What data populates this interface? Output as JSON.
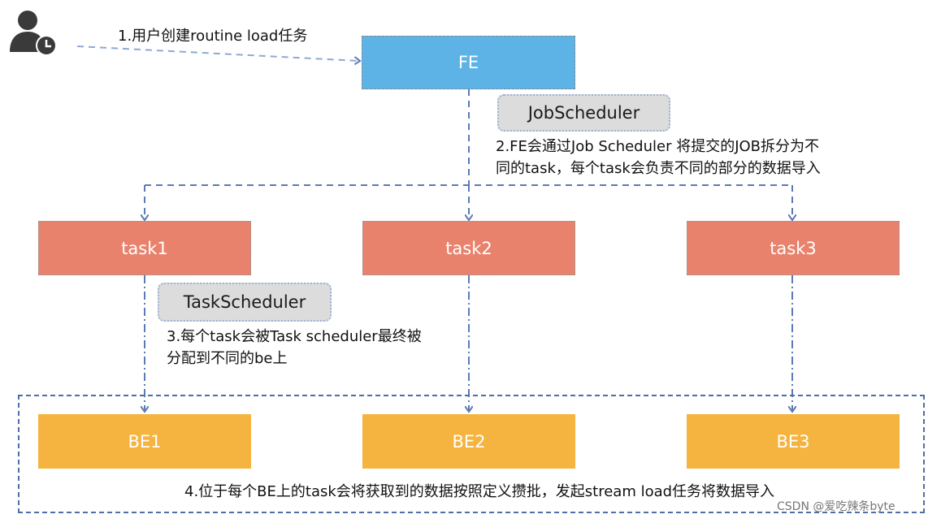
{
  "nodes": {
    "fe": "FE",
    "tasks": [
      "task1",
      "task2",
      "task3"
    ],
    "bes": [
      "BE1",
      "BE2",
      "BE3"
    ]
  },
  "schedulers": {
    "job": "JobScheduler",
    "task": "TaskScheduler"
  },
  "steps": {
    "step1": "1.用户创建routine load任务",
    "step2_line1": "2.FE会通过Job Scheduler 将提交的JOB拆分为不",
    "step2_line2": "同的task，每个task会负责不同的部分的数据导入",
    "step3_line1": "3.每个task会被Task scheduler最终被",
    "step3_line2": "分配到不同的be上",
    "step4": "4.位于每个BE上的task会将获取到的数据按照定义攒批，发起stream load任务将数据导入"
  },
  "watermark": "CSDN @爱吃辣条byte",
  "icons": [
    "user-clock-icon"
  ],
  "colors": {
    "fe": "#5eb3e6",
    "task": "#e8826d",
    "be": "#f5b440",
    "arrow": "#5a7ab8",
    "scheduler_bg": "#dcdcdc"
  }
}
